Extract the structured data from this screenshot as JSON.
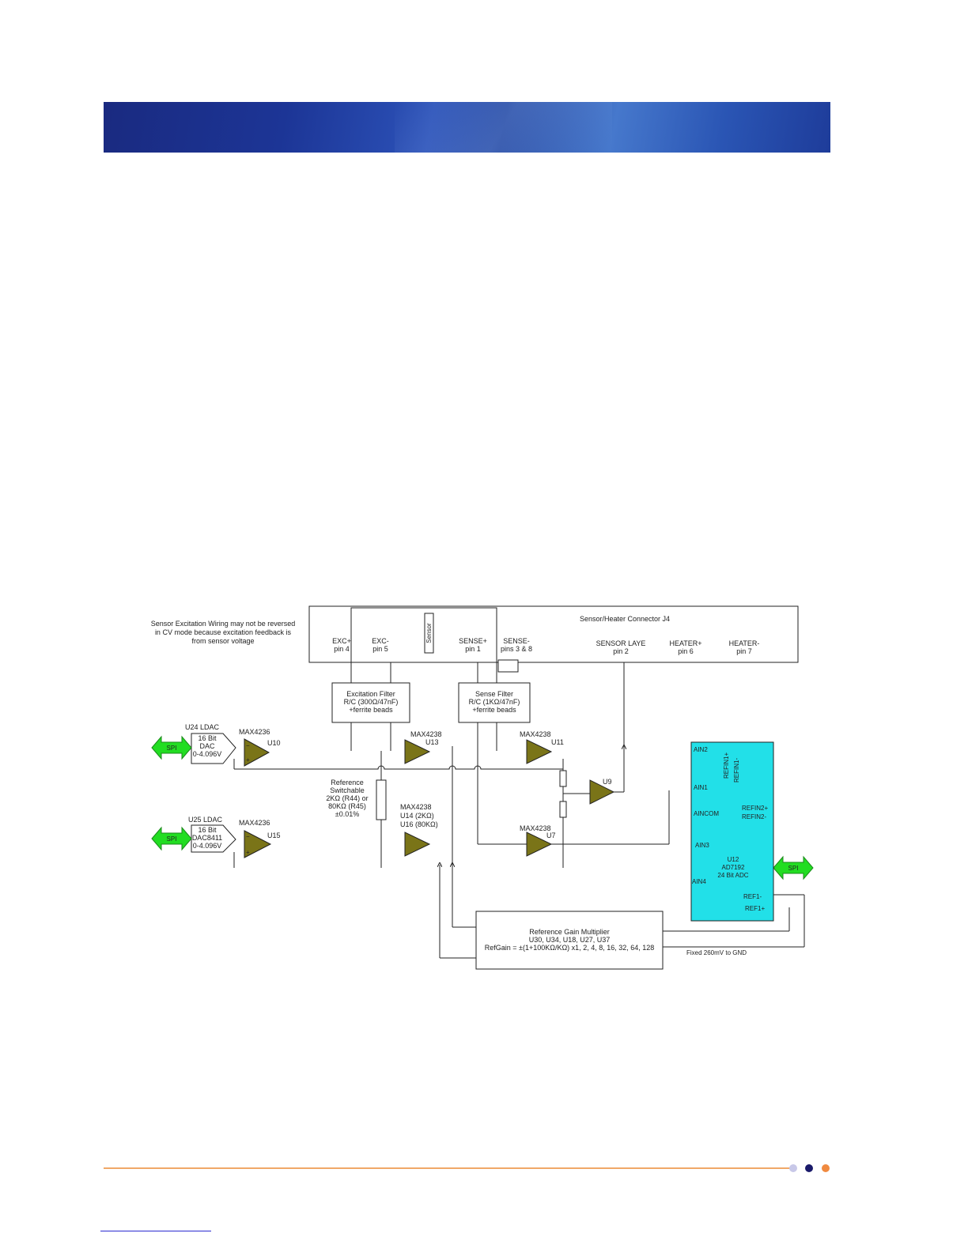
{
  "note": {
    "line1": "Sensor Excitation Wiring may not be reversed",
    "line2": "in CV mode because excitation feedback is",
    "line3": "from sensor voltage"
  },
  "connector": {
    "title": "Sensor/Heater Connector J4",
    "sensor_label": "Sensor",
    "pins": [
      {
        "name": "EXC+",
        "pin": "pin 4"
      },
      {
        "name": "EXC-",
        "pin": "pin 5"
      },
      {
        "name": "SENSE+",
        "pin": "pin 1"
      },
      {
        "name": "SENSE-",
        "pin": "pins 3 & 8"
      },
      {
        "name": "SENSOR LAYE",
        "pin": "pin 2"
      },
      {
        "name": "HEATER+",
        "pin": "pin 6"
      },
      {
        "name": "HEATER-",
        "pin": "pin 7"
      }
    ]
  },
  "exc_filter": {
    "line1": "Excitation Filter",
    "line2": "R/C (300Ω/47nF)",
    "line3": "+ferrite beads"
  },
  "sense_filter": {
    "line1": "Sense Filter",
    "line2": "R/C (1KΩ/47nF)",
    "line3": "+ferrite beads"
  },
  "dac1": {
    "header": "U24 LDAC",
    "l1": "16 Bit",
    "l2": "DAC",
    "l3": "0-4.096V",
    "amp": "MAX4236",
    "ref": "U10"
  },
  "dac2": {
    "header": "U25 LDAC",
    "l1": "16 Bit",
    "l2": "DAC8411",
    "l3": "0-4.096V",
    "amp": "MAX4236",
    "ref": "U15"
  },
  "spi": {
    "left1": "SPI",
    "left2": "SPI",
    "right": "SPI"
  },
  "amps": {
    "u13_name": "MAX4238",
    "u13_ref": "U13",
    "u11_name": "MAX4238",
    "u11_ref": "U11",
    "u9_ref": "U9",
    "u7_name": "MAX4238",
    "u7_ref": "U7",
    "mid_name": "MAX4238",
    "mid_ref1": "U14 (2KΩ)",
    "mid_ref2": "U16 (80KΩ)"
  },
  "reference": {
    "l1": "Reference",
    "l2": "Switchable",
    "l3": "2KΩ (R44) or",
    "l4": "80KΩ (R45)",
    "l5": "±0.01%"
  },
  "adc": {
    "color": "#22e0e8",
    "ain2": "AIN2",
    "refin1p": "REFIN1+",
    "refin1m": "REFIN1-",
    "ain1": "AIN1",
    "aincom": "AINCOM",
    "refin2p": "REFIN2+",
    "refin2m": "REFIN2-",
    "ain3": "AIN3",
    "u12": "U12",
    "part": "AD7192",
    "desc": "24 Bit ADC",
    "ain4": "AIN4",
    "ref1m": "REF1-",
    "ref1p": "REF1+"
  },
  "gain": {
    "l1": "Reference Gain Multiplier",
    "l2": "U30, U34, U18, U27, U37",
    "l3": "RefGain = ±(1+100KΩ/KΩ) x1, 2, 4, 8, 16, 32, 64, 128"
  },
  "fixed": "Fixed 260mV to GND",
  "colors": {
    "amp": "#7a7418",
    "spi": "#22dd22",
    "banner": "#1c3596",
    "footer": "#f0a868"
  }
}
